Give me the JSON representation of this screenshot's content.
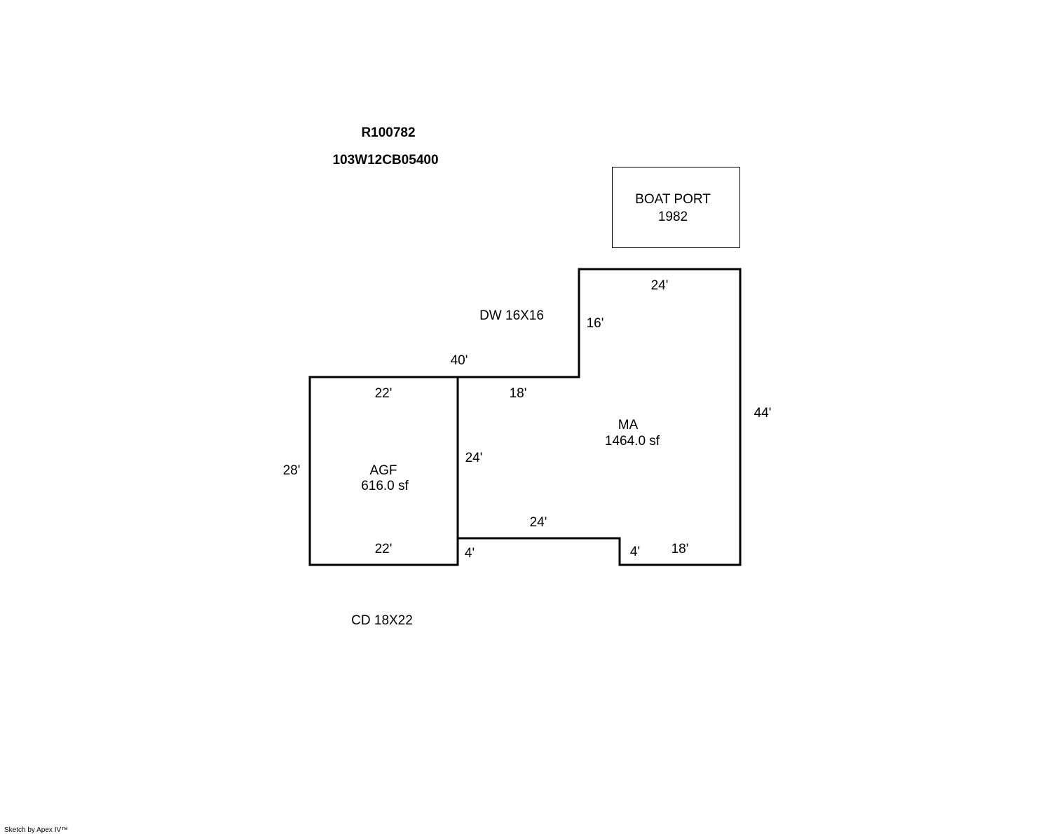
{
  "header": {
    "account_id": "R100782",
    "map_tax_lot": "103W12CB05400"
  },
  "areas": {
    "main": {
      "code": "MA",
      "area": "1464.0 sf"
    },
    "garage": {
      "code": "AGF",
      "area": "616.0 sf"
    },
    "boat_port": {
      "name": "BOAT PORT",
      "year": "1982"
    }
  },
  "notes": {
    "driveway": "DW 16X16",
    "deck": "CD 18X22"
  },
  "dimensions": {
    "ma_top": "24'",
    "ma_right": "44'",
    "ma_upper_left": "16'",
    "ma_step_top": "18'",
    "ma_inner_left": "24'",
    "ma_notch_top": "24'",
    "ma_notch_left": "4'",
    "ma_notch_right": "4'",
    "ma_bottom_right": "18'",
    "overall_top": "40'",
    "agf_top": "22'",
    "agf_bottom": "22'",
    "agf_left": "28'"
  },
  "footer": {
    "credit": "Sketch by Apex IV™"
  }
}
